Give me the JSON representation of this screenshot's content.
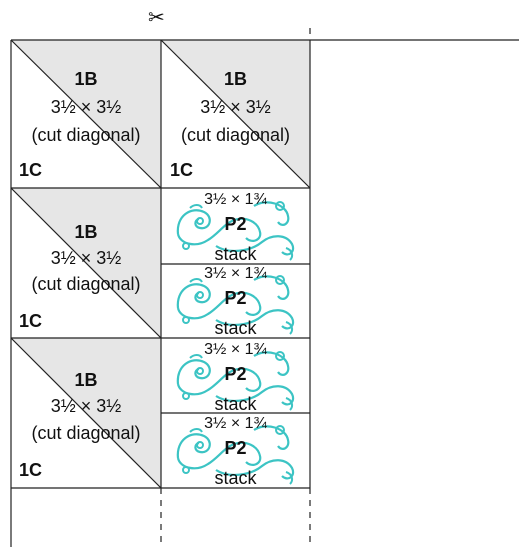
{
  "scissors_icon": "scissors-icon",
  "colors": {
    "fabric_1": "#e6e6e6",
    "fabric_2_motif": "#3cc4c4",
    "line": "#222222"
  },
  "triangle_blocks": [
    {
      "fabric": "1B",
      "size": "3½ × 3½",
      "note": "(cut diagonal)",
      "corner": "1C"
    },
    {
      "fabric": "1B",
      "size": "3½ × 3½",
      "note": "(cut diagonal)",
      "corner": "1C"
    },
    {
      "fabric": "1B",
      "size": "3½ × 3½",
      "note": "(cut diagonal)",
      "corner": "1C"
    },
    {
      "fabric": "1B",
      "size": "3½ × 3½",
      "note": "(cut diagonal)",
      "corner": "1C"
    }
  ],
  "strip_pieces": [
    {
      "size": "3½ × 1¾",
      "fabric": "P2",
      "note": "stack"
    },
    {
      "size": "3½ × 1¾",
      "fabric": "P2",
      "note": "stack"
    },
    {
      "size": "3½ × 1¾",
      "fabric": "P2",
      "note": "stack"
    },
    {
      "size": "3½ × 1¾",
      "fabric": "P2",
      "note": "stack"
    }
  ]
}
